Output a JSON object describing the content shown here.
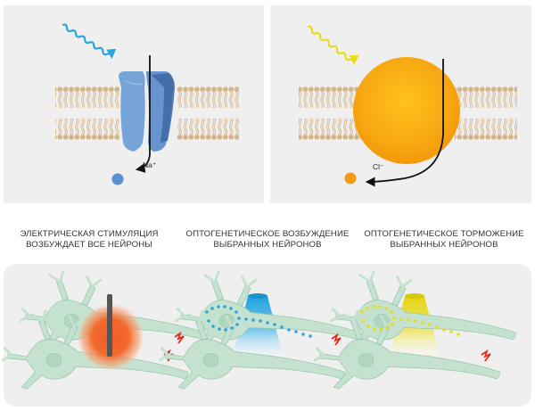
{
  "top_panels": {
    "left": {
      "ion_label": "Na⁺"
    },
    "right": {
      "ion_label": "Cl⁻"
    }
  },
  "captions": {
    "electric": {
      "line1": "ЭЛЕКТРИЧЕСКАЯ СТИМУЛЯЦИЯ",
      "line2": "ВОЗБУЖДАЕТ ВСЕ НЕЙРОНЫ"
    },
    "excite": {
      "line1": "ОПТОГЕНЕТИЧЕСКОЕ ВОЗБУЖДЕНИЕ",
      "line2": "ВЫБРАННЫХ НЕЙРОНОВ"
    },
    "inhibit": {
      "line1": "ОПТОГЕНЕТИЧЕСКОЕ ТОРМОЖЕНИЕ",
      "line2": "ВЫБРАННЫХ НЕЙРОНОВ"
    }
  },
  "colors": {
    "panel_bg": "#efefef",
    "lipid": "#d7b58a",
    "channel_blue": "#6f9bd3",
    "channel_dark": "#3e6aa5",
    "blue_light": "#2ba6de",
    "yellow_light": "#e8dd16",
    "pump_orange": "#f5a10c",
    "na_ion": "#5b8fd4",
    "cl_ion": "#f59a12",
    "neuron": "#c4e2cf",
    "neuron_stroke": "#98c8ac",
    "electrode_glow": "#f15a24",
    "spike": "#e42a1e"
  }
}
